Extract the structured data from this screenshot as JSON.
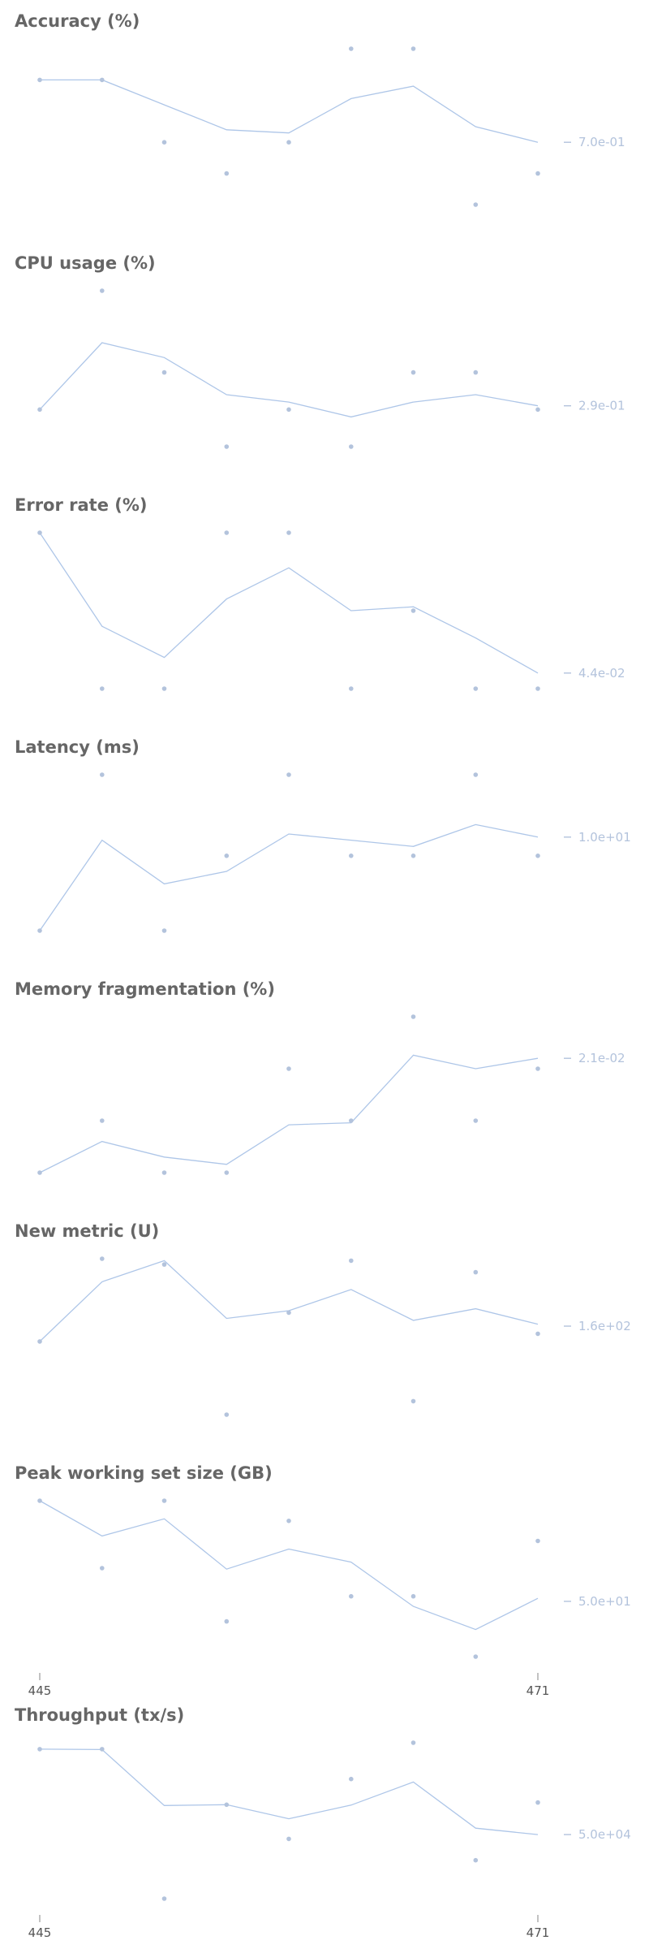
{
  "colors": {
    "line": "#aec6e8",
    "point": "#b3c3dc",
    "title": "#666666",
    "x_tick_text": "#555555"
  },
  "chart_data": [
    {
      "type": "line",
      "title": "Accuracy (%)",
      "x": [
        445,
        448.25,
        451.5,
        454.75,
        458,
        461.25,
        464.5,
        467.75,
        471
      ],
      "series": [
        {
          "kind": "line",
          "values": [
            0.9,
            0.9,
            0.82,
            0.74,
            0.73,
            0.84,
            0.88,
            0.75,
            0.7
          ]
        },
        {
          "kind": "scatter",
          "values": [
            0.9,
            0.9,
            0.7,
            0.6,
            0.7,
            1.0,
            1.0,
            0.5,
            0.6
          ]
        }
      ],
      "ylim": [
        0.5,
        1.0
      ],
      "yticks": [
        0.7
      ],
      "ytick_labels": [
        "7.0e-01"
      ],
      "xticks": [],
      "xtick_labels": [],
      "grid": false
    },
    {
      "type": "line",
      "title": "CPU usage (%)",
      "x": [
        445,
        448.25,
        451.5,
        454.75,
        458,
        461.25,
        464.5,
        467.75,
        471
      ],
      "series": [
        {
          "kind": "line",
          "values": [
            0.28,
            0.46,
            0.42,
            0.32,
            0.3,
            0.26,
            0.3,
            0.32,
            0.29
          ]
        },
        {
          "kind": "scatter",
          "values": [
            0.28,
            0.6,
            0.38,
            0.18,
            0.28,
            0.18,
            0.38,
            0.38,
            0.28
          ]
        }
      ],
      "ylim": [
        0.18,
        0.6
      ],
      "yticks": [
        0.29
      ],
      "ytick_labels": [
        "2.9e-01"
      ],
      "xticks": [],
      "xtick_labels": [],
      "grid": false
    },
    {
      "type": "line",
      "title": "Error rate (%)",
      "x": [
        445,
        448.25,
        451.5,
        454.75,
        458,
        461.25,
        464.5,
        467.75,
        471
      ],
      "series": [
        {
          "kind": "line",
          "values": [
            0.08,
            0.056,
            0.048,
            0.063,
            0.071,
            0.06,
            0.061,
            0.053,
            0.044
          ]
        },
        {
          "kind": "scatter",
          "values": [
            0.08,
            0.04,
            0.04,
            0.08,
            0.08,
            0.04,
            0.06,
            0.04,
            0.04
          ]
        }
      ],
      "ylim": [
        0.04,
        0.08
      ],
      "yticks": [
        0.044
      ],
      "ytick_labels": [
        "4.4e-02"
      ],
      "xticks": [],
      "xtick_labels": [],
      "grid": false
    },
    {
      "type": "line",
      "title": "Latency (ms)",
      "x": [
        445,
        448.25,
        451.5,
        454.75,
        458,
        461.25,
        464.5,
        467.75,
        471
      ],
      "series": [
        {
          "kind": "line",
          "values": [
            7.0,
            9.9,
            8.5,
            8.9,
            10.1,
            9.9,
            9.7,
            10.4,
            10.0
          ]
        },
        {
          "kind": "scatter",
          "values": [
            7.0,
            12.0,
            7.0,
            9.4,
            12.0,
            9.4,
            9.4,
            12.0,
            9.4
          ]
        }
      ],
      "ylim": [
        7.0,
        12.0
      ],
      "yticks": [
        10.0
      ],
      "ytick_labels": [
        "1.0e+01"
      ],
      "xticks": [],
      "xtick_labels": [],
      "grid": false
    },
    {
      "type": "line",
      "title": "Memory fragmentation (%)",
      "x": [
        445,
        448.25,
        451.5,
        454.75,
        458,
        461.25,
        464.5,
        467.75,
        471
      ],
      "series": [
        {
          "kind": "line",
          "values": [
            0.01,
            0.013,
            0.0115,
            0.0108,
            0.0146,
            0.0148,
            0.0213,
            0.02,
            0.021
          ]
        },
        {
          "kind": "scatter",
          "values": [
            0.01,
            0.015,
            0.01,
            0.01,
            0.02,
            0.015,
            0.025,
            0.015,
            0.02
          ]
        }
      ],
      "ylim": [
        0.01,
        0.025
      ],
      "yticks": [
        0.021
      ],
      "ytick_labels": [
        "2.1e-02"
      ],
      "xticks": [],
      "xtick_labels": [],
      "grid": false
    },
    {
      "type": "line",
      "title": "New metric (U)",
      "x": [
        445,
        448.25,
        451.5,
        454.75,
        458,
        461.25,
        464.5,
        467.75,
        471
      ],
      "series": [
        {
          "kind": "line",
          "values": [
            152,
            183,
            194,
            164,
            168,
            179,
            163,
            169,
            161
          ]
        },
        {
          "kind": "scatter",
          "values": [
            152,
            195,
            192,
            114,
            167,
            194,
            121,
            188,
            156
          ]
        }
      ],
      "ylim": [
        114,
        195
      ],
      "yticks": [
        160
      ],
      "ytick_labels": [
        "1.6e+02"
      ],
      "xticks": [],
      "xtick_labels": [],
      "grid": false
    },
    {
      "type": "line",
      "title": "Peak working set size (GB)",
      "x": [
        445,
        448.25,
        451.5,
        454.75,
        458,
        461.25,
        464.5,
        467.75,
        471
      ],
      "series": [
        {
          "kind": "line",
          "values": [
            60.0,
            56.5,
            58.2,
            53.2,
            55.2,
            53.9,
            49.5,
            47.2,
            50.3
          ]
        },
        {
          "kind": "scatter",
          "values": [
            60.0,
            53.3,
            60.0,
            48.0,
            58.0,
            50.5,
            50.5,
            44.5,
            56.0
          ]
        }
      ],
      "ylim": [
        44.5,
        60.0
      ],
      "yticks": [
        50.0
      ],
      "ytick_labels": [
        "5.0e+01"
      ],
      "xticks": [
        445,
        471
      ],
      "xtick_labels": [
        "445",
        "471"
      ],
      "grid": false
    },
    {
      "type": "line",
      "title": "Throughput (tx/s)",
      "x": [
        445,
        448.25,
        451.5,
        454.75,
        458,
        461.25,
        464.5,
        467.75,
        471
      ],
      "series": [
        {
          "kind": "line",
          "values": [
            70000,
            69900,
            56800,
            57000,
            53700,
            56900,
            62300,
            51500,
            50000
          ]
        },
        {
          "kind": "scatter",
          "values": [
            70000,
            70000,
            35000,
            57000,
            49000,
            63000,
            71500,
            44000,
            57500
          ]
        }
      ],
      "ylim": [
        35000,
        71500
      ],
      "yticks": [
        50000
      ],
      "ytick_labels": [
        "5.0e+04"
      ],
      "xticks": [
        445,
        471
      ],
      "xtick_labels": [
        "445",
        "471"
      ],
      "grid": false
    }
  ]
}
